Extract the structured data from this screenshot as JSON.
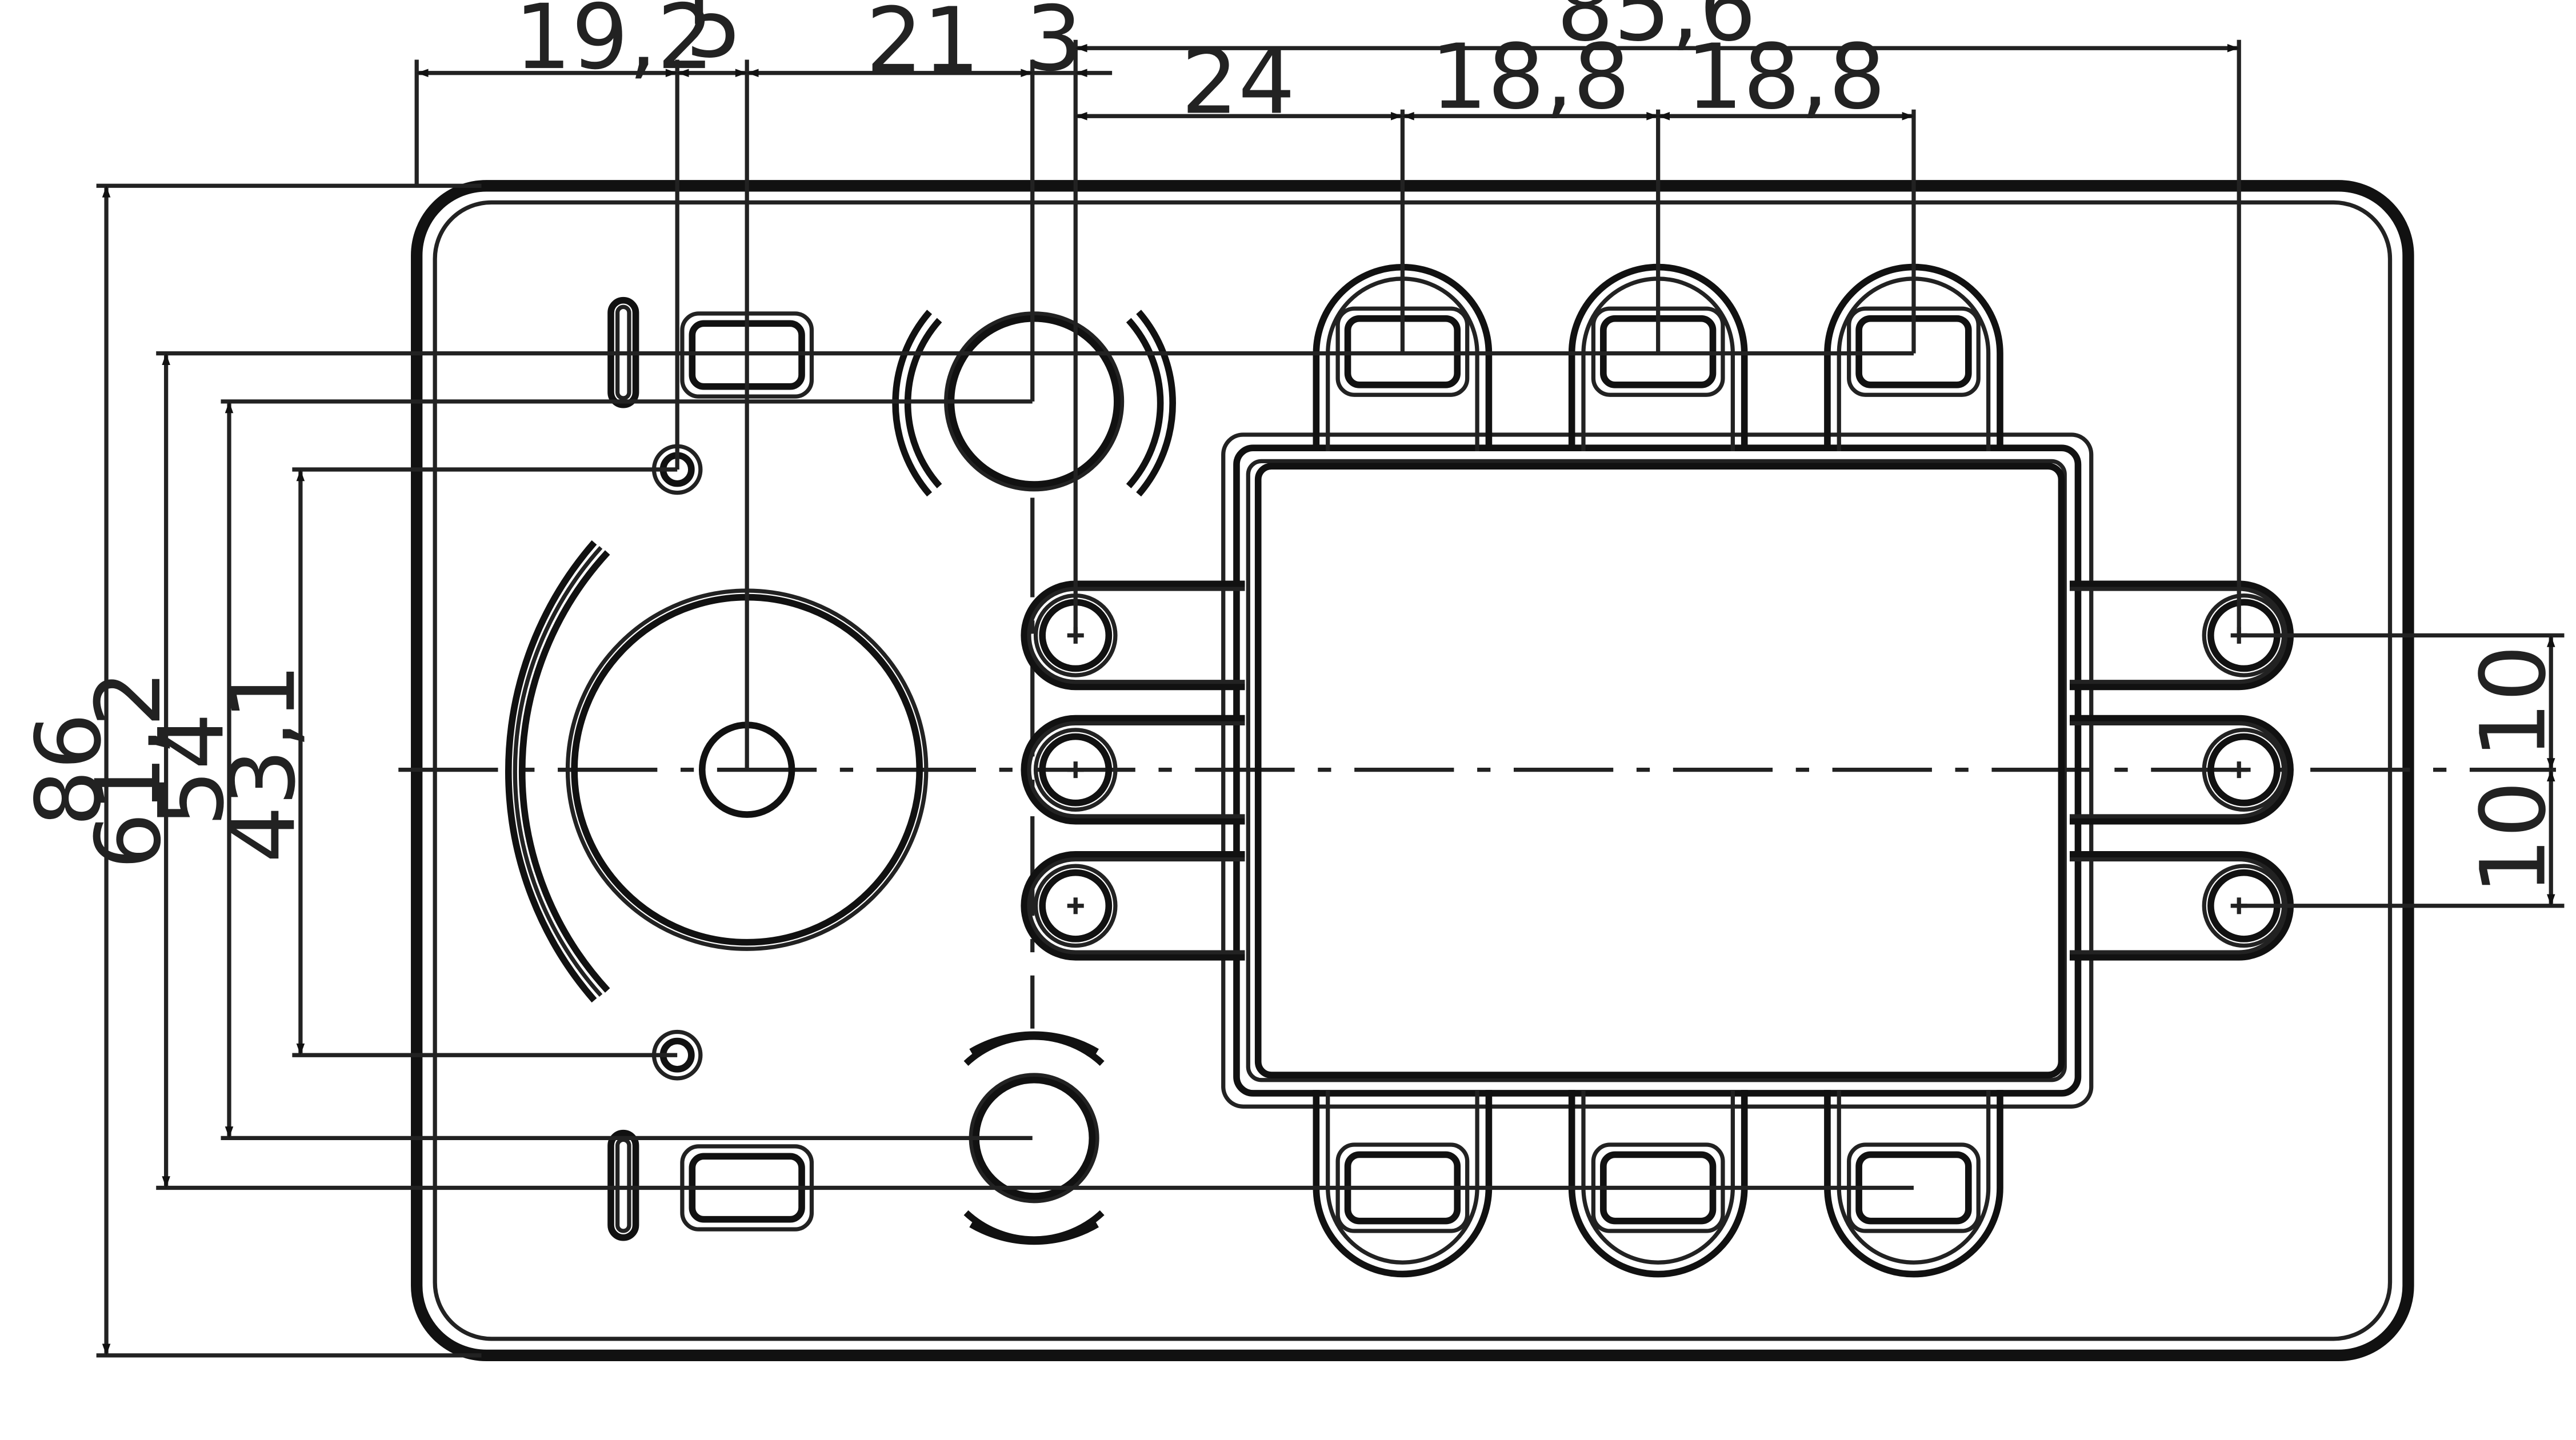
{
  "dimensions": {
    "d_19_2": "19,2",
    "d_5": "5",
    "d_21": "21",
    "d_3": "3",
    "d_85_6": "85,6",
    "d_24": "24",
    "d_18_8_a": "18,8",
    "d_18_8_b": "18,8",
    "d_86": "86",
    "d_61_2": "61,2",
    "d_54": "54",
    "d_43_1": "43,1",
    "d_10_a": "10",
    "d_10_b": "10"
  }
}
